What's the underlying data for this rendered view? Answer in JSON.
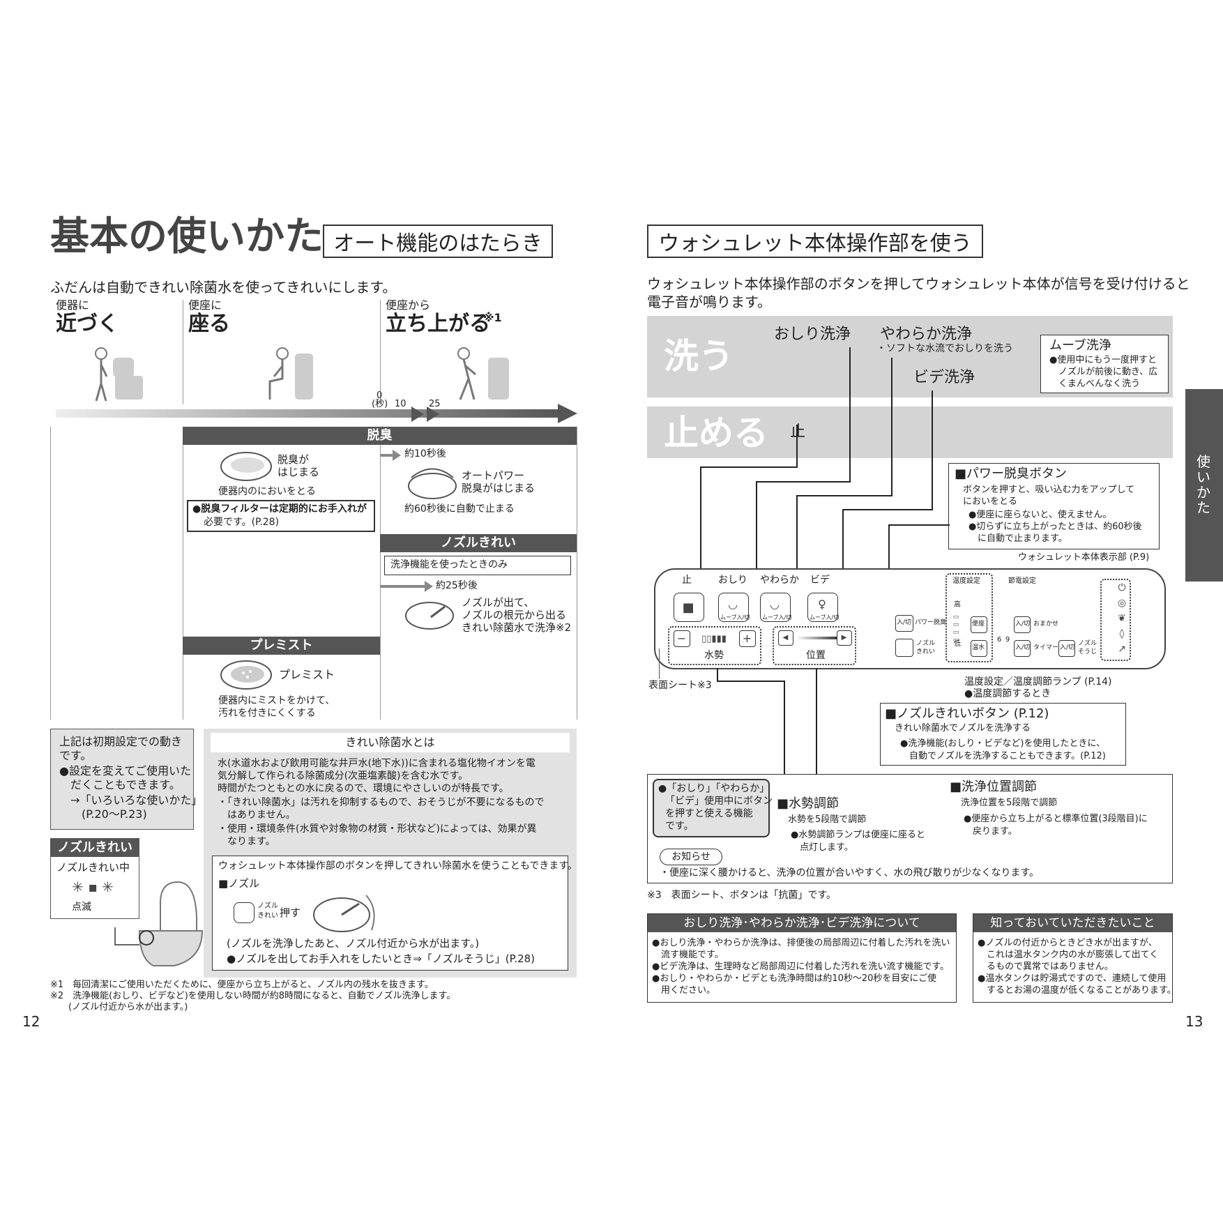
{
  "left": {
    "title": "基本の使いかた",
    "subtitle": "オート機能のはたらき",
    "intro": "ふだんは自動できれい除菌水を使ってきれいにします。",
    "steps": [
      {
        "small": "便器に",
        "big": "近づく"
      },
      {
        "small": "便座に",
        "big": "座る"
      },
      {
        "small": "便座から",
        "big": "立ち上がる",
        "mark": "※1"
      }
    ],
    "timeline": {
      "zero": "0",
      "unit": "(秒)",
      "t10": "10",
      "t25": "25"
    },
    "deodor": {
      "header": "脱臭",
      "start": [
        "脱臭が",
        "はじまる"
      ],
      "caption": "便器内のにおいをとる",
      "note1": "●脱臭フィルターは定期的にお手入れが",
      "note2": "必要です。(P.28)",
      "after10": "約10秒後",
      "auto": [
        "オートパワー",
        "脱臭がはじまる"
      ],
      "stop": "約60秒後に自動で止まる"
    },
    "nozzle": {
      "header": "ノズルきれい",
      "box": "洗浄機能を使ったときのみ",
      "after25": "約25秒後",
      "desc": [
        "ノズルが出て、",
        "ノズルの根元から出る",
        "きれい除菌水で洗浄※2"
      ]
    },
    "premist": {
      "header": "プレミスト",
      "label": "プレミスト",
      "caption": [
        "便器内にミストをかけて、",
        "汚れを付きにくくする"
      ]
    },
    "info": {
      "lines": [
        "上記は初期設定での動き",
        "です。",
        "●設定を変えてご使用いた",
        "　だくこともできます。",
        "　→「いろいろな使いかた」",
        "　　(P.20～P.23)"
      ]
    },
    "nozzle_panel": {
      "header": "ノズルきれい",
      "sub": "ノズルきれい中",
      "blink": "点滅"
    },
    "water": {
      "header": "きれい除菌水とは",
      "body": [
        "水(水道水および飲用可能な井戸水(地下水))に含まれる塩化物イオンを電",
        "気分解して作られる除菌成分(次亜塩素酸)を含む水です。",
        "時間がたつともとの水に戻るので、環境にやさしいのが特長です。",
        "・「きれい除菌水」は汚れを抑制するもので、おそうじが不要になるもので",
        "　はありません。",
        "・使用・環境条件(水質や対象物の材質・形状など)によっては、効果が異",
        "　なります。"
      ],
      "box_title": "ウォシュレット本体操作部のボタンを押してきれい除菌水を使うこともできます。",
      "box_sub": "■ノズル",
      "btn_small": [
        "ノズル",
        "きれい"
      ],
      "push": "押す",
      "note": "(ノズルを洗浄したあと、ノズル付近から水が出ます。)",
      "note2": "●ノズルを出してお手入れをしたいとき⇒「ノズルそうじ」(P.28)"
    },
    "footnotes": [
      "※1　毎回清潔にご使用いただくために、便座から立ち上がると、ノズル内の残水を抜きます。",
      "※2　洗浄機能(おしり、ビデなど)を使用しない時間が約8時間になると、自動でノズル洗浄します。",
      "　　(ノズル付近から水が出ます。)"
    ],
    "page": "12"
  },
  "right": {
    "title": "ウォシュレット本体操作部を使う",
    "intro": [
      "ウォシュレット本体操作部のボタンを押してウォシュレット本体が信号を受け付けると",
      "電子音が鳴ります。"
    ],
    "wash": "洗う",
    "stop": "止める",
    "oshiri": "おしり洗浄",
    "yawaraka": "やわらか洗浄",
    "yawaraka_sub": "・ソフトな水流でおしりを洗う",
    "bidet": "ビデ洗浄",
    "stop_label": "止",
    "move": {
      "title": "ムーブ洗浄",
      "lines": [
        "●使用中にもう一度押すと",
        "　ノズルが前後に動き、広",
        "　くまんべんなく洗う"
      ]
    },
    "power": {
      "title": "■パワー脱臭ボタン",
      "lines": [
        "ボタンを押すと、吸い込む力をアップして",
        "においをとる",
        "●便座に座らないと、使えません。",
        "●切らずに立ち上がったときは、約60秒後",
        "　に自動で止まります。"
      ]
    },
    "display_label": "ウォシュレット本体表示部 (P.9)",
    "panel": {
      "stop": "止",
      "oshiri": "おしり",
      "yawaraka": "やわらか",
      "bidet": "ビデ",
      "move": "ムーブ入/切",
      "water": "水勢",
      "position": "位置",
      "onoff": "入/切",
      "power": "パワー脱臭",
      "nozzle": [
        "ノズル",
        "きれい"
      ],
      "temp": "温度設定",
      "high": "高",
      "low": "低",
      "seat": "便座",
      "warm": "温水",
      "eco": "節電設定",
      "omakase": "おまかせ",
      "timer": "タイマー",
      "six": "6",
      "nine": "9",
      "nozzle_clean": [
        "ノズル",
        "そうじ"
      ]
    },
    "sheet": "表面シート※3",
    "temp_lamp": [
      "温度設定／温度調節ランプ (P.14)",
      "●温度調節するとき"
    ],
    "nozzle_btn": {
      "title": "■ノズルきれいボタン (P.12)",
      "lines": [
        "きれい除菌水でノズルを洗浄する",
        "●洗浄機能(おしり・ビデなど)を使用したときに、",
        "　自動でノズルを洗浄することもできます。(P.12)"
      ]
    },
    "gray_note": [
      "●「おしり」「やわらか」",
      "「ビデ」使用中にボタン",
      "を押すと使える機能",
      "です。"
    ],
    "water_adj": {
      "title": "■水勢調節",
      "lines": [
        "水勢を5段階で調節",
        "●水勢調節ランプは便座に座ると",
        "　点灯します。"
      ]
    },
    "pos_adj": {
      "title": "■洗浄位置調節",
      "lines": [
        "洗浄位置を5段階で調節",
        "●便座から立ち上がると標準位置(3段階目)に",
        "　戻ります。"
      ]
    },
    "notice": "お知らせ",
    "notice_text": "・便座に深く腰かけると、洗浄の位置が合いやすく、水の飛び散りが少なくなります。",
    "antibac": "※3　表面シート、ボタンは「抗菌」です。",
    "about": {
      "title": "おしり洗浄･やわらか洗浄･ビデ洗浄について",
      "lines": [
        "●おしり洗浄・やわらか洗浄は、排便後の局部周辺に付着した汚れを洗い",
        "　流す機能です。",
        "●ビデ洗浄は、生理時など局部周辺に付着した汚れを洗い流す機能です。",
        "●おしり・やわらか・ビデとも洗浄時間は約10秒～20秒を目安にご使",
        "　用ください。"
      ]
    },
    "know": {
      "title": "知っておいていただきたいこと",
      "lines": [
        "●ノズルの付近からときどき水が出ますが、",
        "　これは温水タンク内の水が膨張して出てく",
        "　るもので異常ではありません。",
        "●温水タンクは貯湯式ですので、連続して使用",
        "　するとお湯の温度が低くなることがあります。"
      ]
    },
    "tab": [
      "使",
      "い",
      "か",
      "た"
    ],
    "page": "13"
  }
}
